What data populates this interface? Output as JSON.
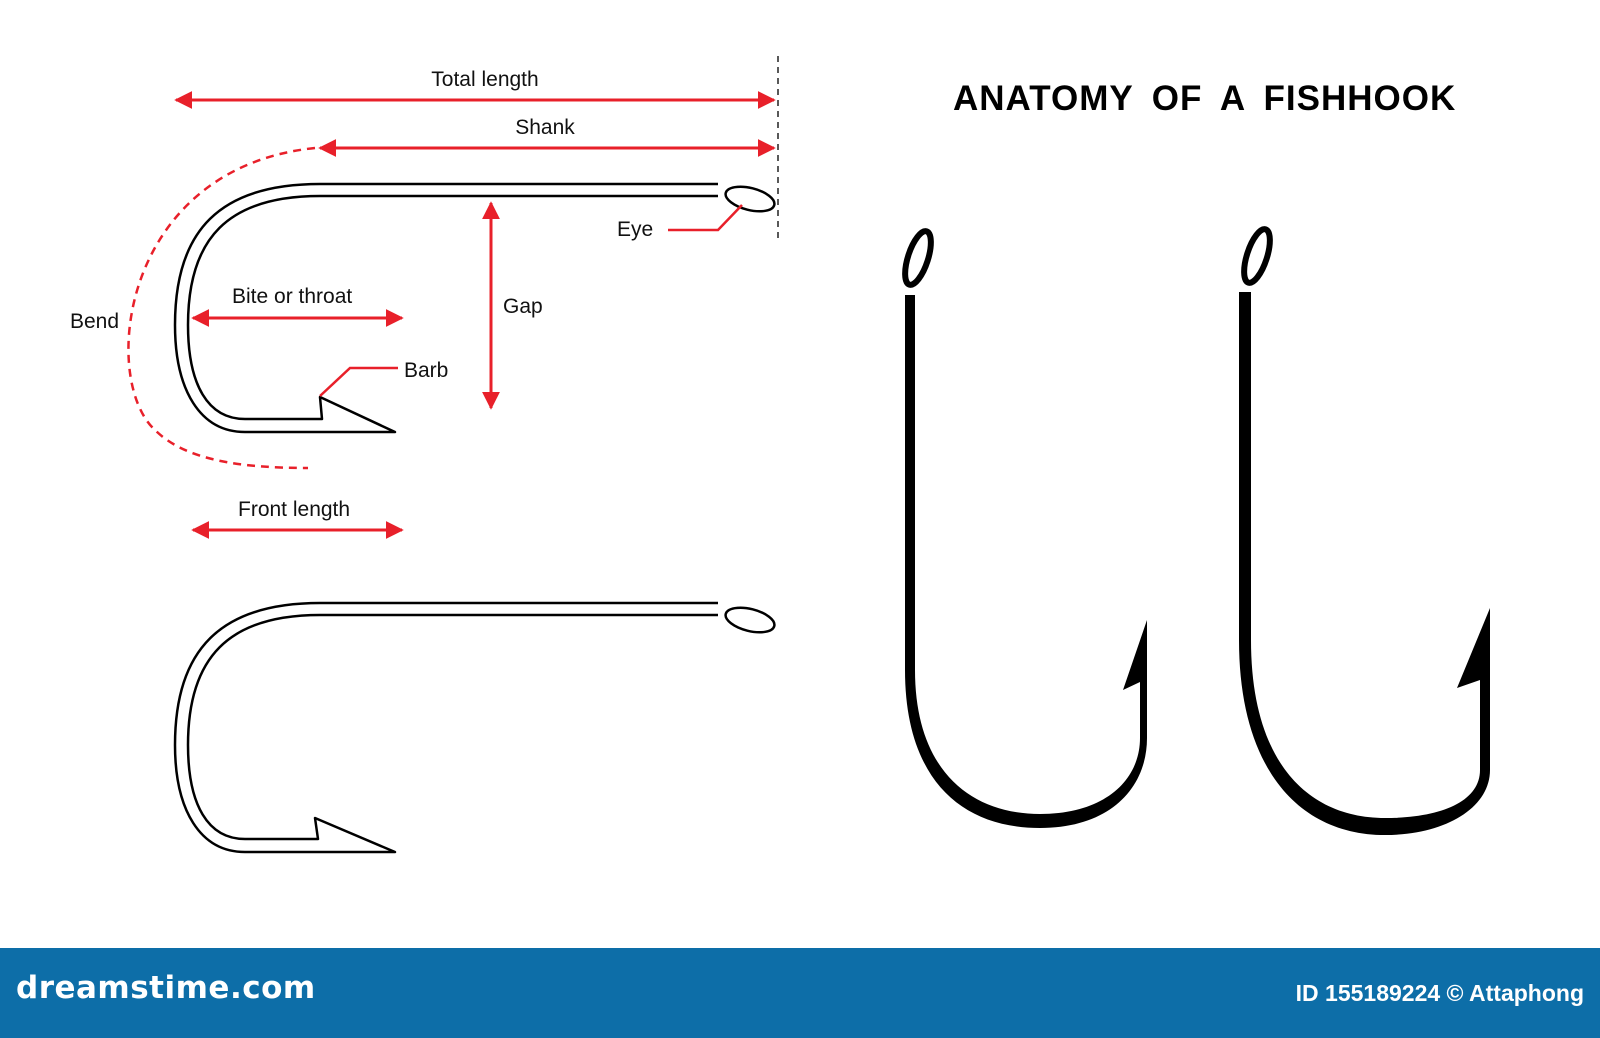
{
  "title": "ANATOMY  OF  A  FISHHOOK",
  "labels": {
    "total_length": "Total length",
    "shank": "Shank",
    "eye": "Eye",
    "gap": "Gap",
    "bite": "Bite or throat",
    "bend": "Bend",
    "barb": "Barb",
    "front_length": "Front length"
  },
  "colors": {
    "annotation": "#e8202a",
    "outline": "#000000",
    "footer": "#0d6ea8"
  },
  "footer": {
    "brand": "dreamstime.com",
    "credit": "ID 155189224 © Attaphong"
  }
}
